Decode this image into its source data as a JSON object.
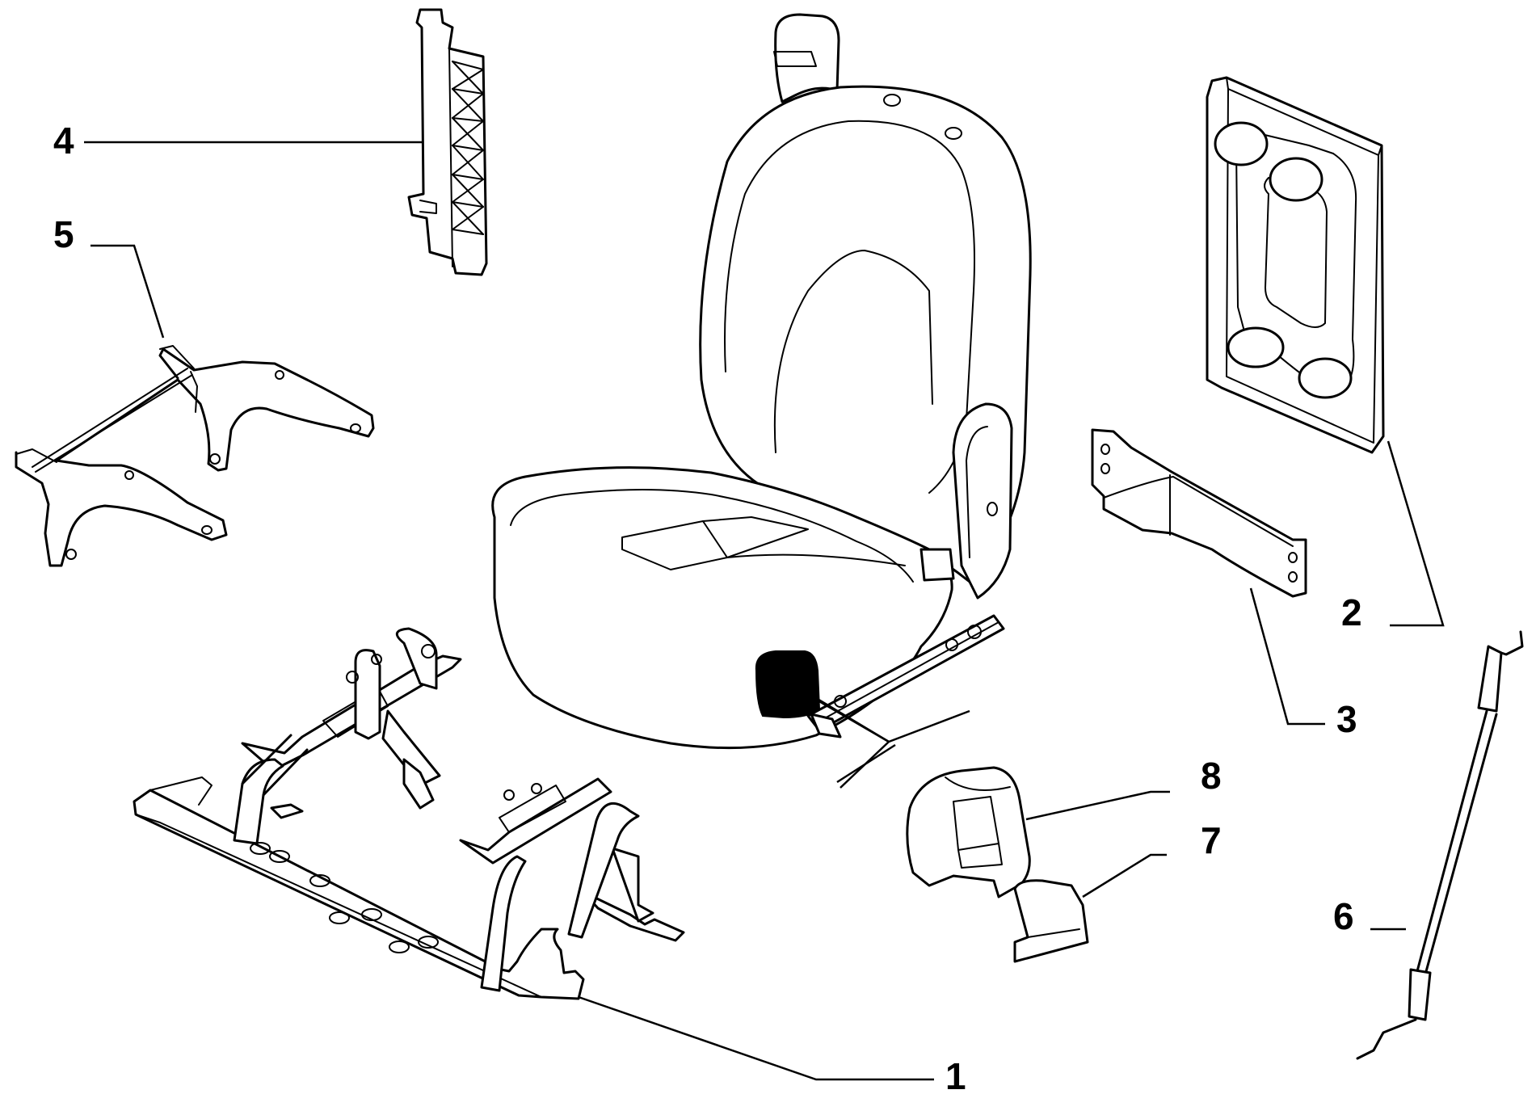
{
  "callouts": [
    {
      "number": "1",
      "part": "seat-base-frame"
    },
    {
      "number": "2",
      "part": "lumbar-pad"
    },
    {
      "number": "3",
      "part": "mounting-bracket"
    },
    {
      "number": "4",
      "part": "side-trim-guide"
    },
    {
      "number": "5",
      "part": "seat-runner-frame"
    },
    {
      "number": "6",
      "part": "control-rod"
    },
    {
      "number": "7",
      "part": "lever-cap"
    },
    {
      "number": "8",
      "part": "handle-housing"
    }
  ],
  "colors": {
    "line": "#000000",
    "background": "#ffffff"
  }
}
